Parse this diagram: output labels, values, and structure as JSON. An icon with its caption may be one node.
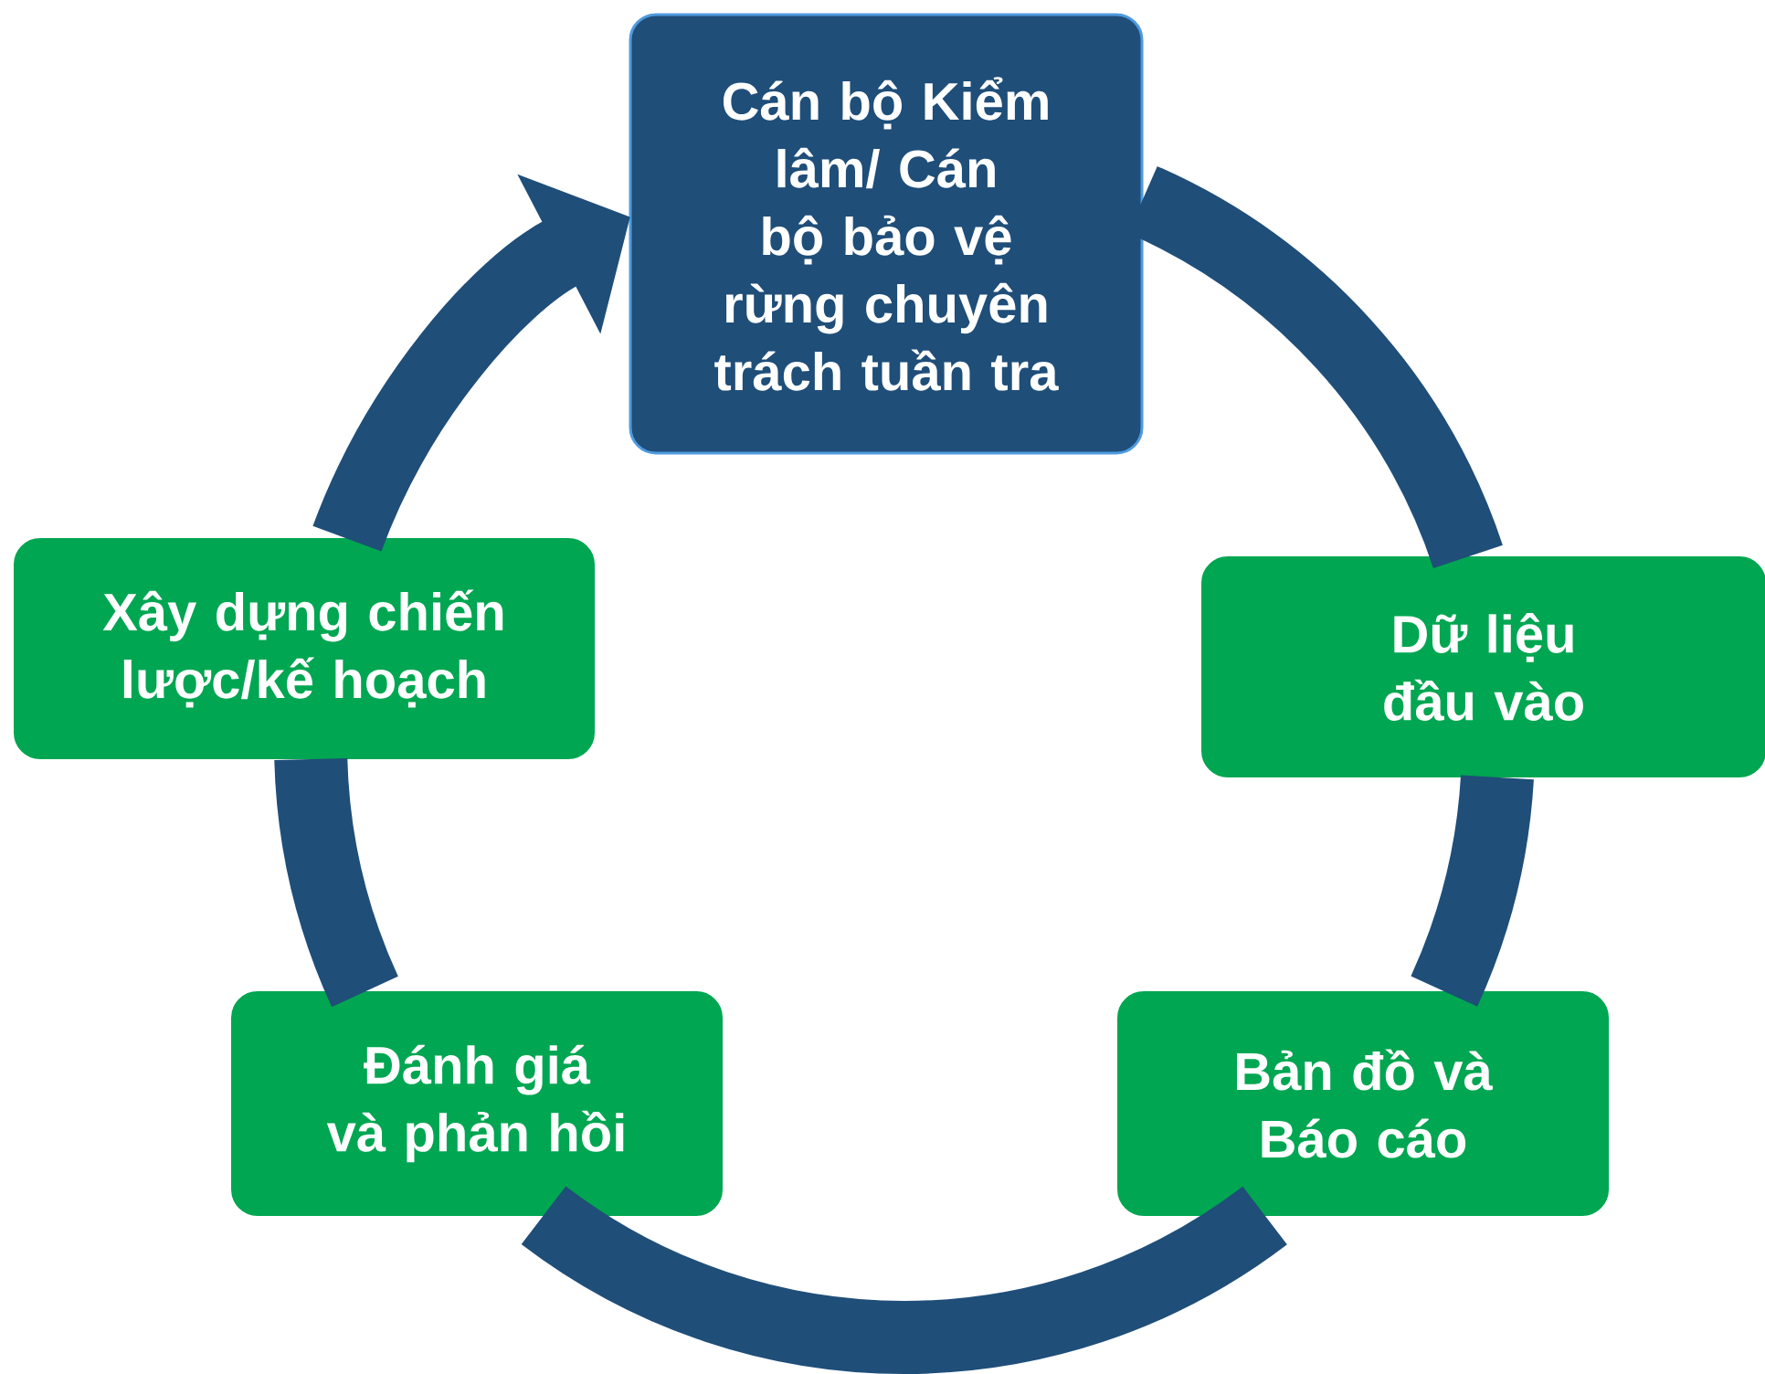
{
  "diagram": {
    "nodes": [
      {
        "text": [
          "Cán bộ Kiểm lâm/ Cán bộ bảo vệ rừng chuyên trách tuần tra"
        ]
      },
      {
        "text": [
          "Xây dựng chiến lược/kế hoạch"
        ]
      },
      {
        "text": [
          "Dữ liệu đầu vào"
        ]
      },
      {
        "text": [
          "Đánh giá và phản hồi"
        ]
      },
      {
        "text": [
          "Bản đồ và Báo cáo"
        ]
      }
    ],
    "edges": [
      {
        "from": 0,
        "to": 2,
        "arrow": "none"
      },
      {
        "from": 2,
        "to": 4,
        "arrow": "none"
      },
      {
        "from": 4,
        "to": 3,
        "arrow": "none"
      },
      {
        "from": 3,
        "to": 1,
        "arrow": "none"
      },
      {
        "from": 1,
        "to": 0,
        "arrow": "to"
      }
    ]
  }
}
